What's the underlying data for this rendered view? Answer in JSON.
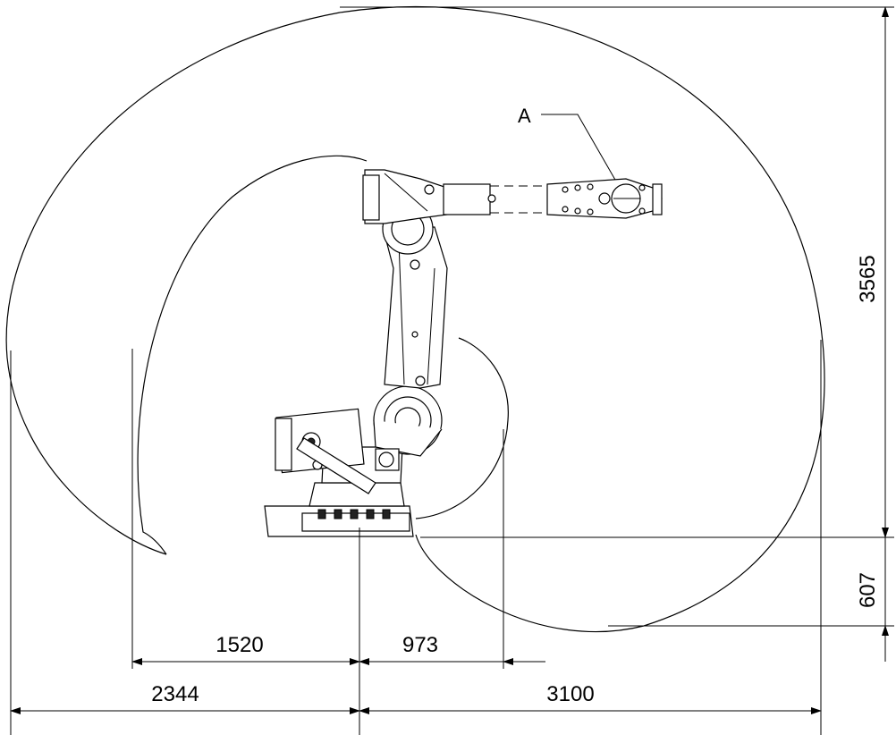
{
  "diagram": {
    "callout_label": "A",
    "dimensions": {
      "reach_height": "3565",
      "below_base": "607",
      "inner_left": "1520",
      "inner_right": "973",
      "outer_left": "2344",
      "outer_right": "3100"
    }
  }
}
